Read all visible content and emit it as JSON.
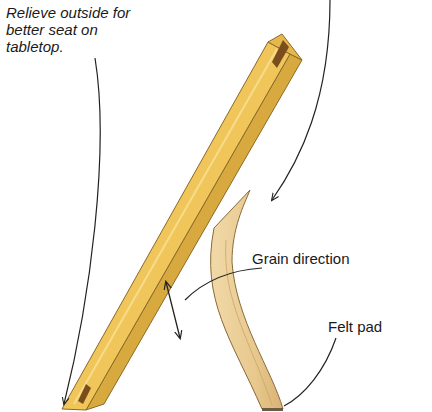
{
  "diagram": {
    "labels": [
      "Relieve outside for better seat on tabletop.",
      "Grain direction",
      "Felt pad"
    ]
  }
}
